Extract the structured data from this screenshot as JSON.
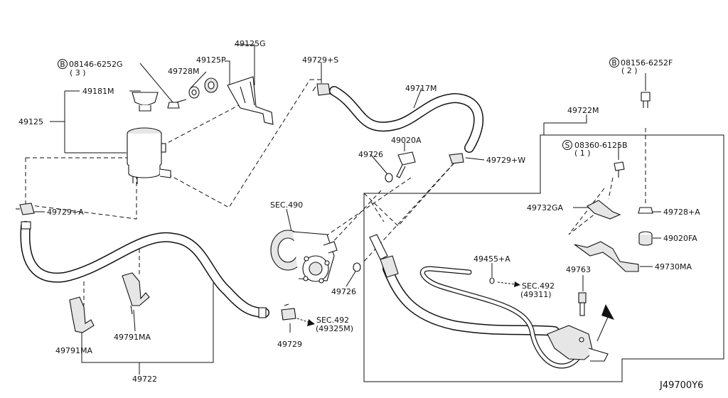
{
  "labels": {
    "p49125g": "49125G",
    "p49125p": "49125P",
    "bolt_left_code": "08146-6252G",
    "bolt_left_qty": "( 3 )",
    "p49728m": "49728M",
    "p49181m": "49181M",
    "p49125": "49125",
    "p49729s": "49729+S",
    "p49717m": "49717M",
    "p49020a": "49020A",
    "p49726_top": "49726",
    "p49729w": "49729+W",
    "p49722m": "49722M",
    "bolt_right_code": "08156-6252F",
    "bolt_right_qty": "( 2 )",
    "screw_code": "08360-6125B",
    "screw_qty": "( 1 )",
    "p49729a": "49729+A",
    "sec490": "SEC.490",
    "p49732ga": "49732GA",
    "p49728a": "49728+A",
    "p49020fa": "49020FA",
    "p49455a": "49455+A",
    "sec492_right": "SEC.492",
    "sec492_right_ref": "(49311)",
    "p49763": "49763",
    "p49730ma": "49730MA",
    "p49726_bot": "49726",
    "sec492_left": "SEC.492",
    "sec492_left_ref": "(49325M)",
    "p49729": "49729",
    "p49791ma_mid": "49791MA",
    "p49791ma_left": "49791MA",
    "p49722": "49722",
    "diagram_id": "J49700Y6"
  },
  "symbols": {
    "bolt_marker": "B",
    "screw_marker": "S"
  }
}
